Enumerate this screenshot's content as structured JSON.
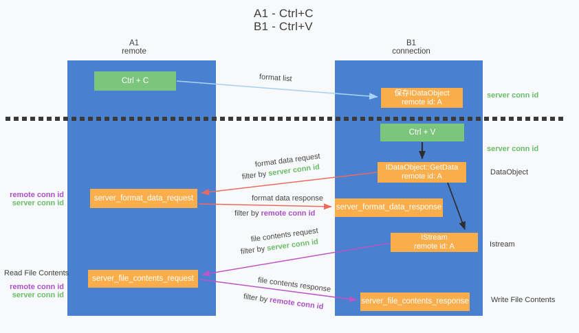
{
  "title": {
    "line1": "A1 - Ctrl+C",
    "line2": "B1 - Ctrl+V"
  },
  "lanes": {
    "a1": {
      "name": "A1",
      "subtitle": "remote"
    },
    "b1": {
      "name": "B1",
      "subtitle": "connection"
    }
  },
  "nodes": {
    "ctrl_c": {
      "label": "Ctrl + C"
    },
    "save_idataobject": {
      "line1": "保存IDataObject",
      "line2": "remote id: A"
    },
    "ctrl_v": {
      "label": "Ctrl + V"
    },
    "idataobject_getdata": {
      "line1": "IDataObject::GetData",
      "line2": "remote id: A"
    },
    "server_format_data_request": {
      "label": "server_format_data_request"
    },
    "server_format_data_response": {
      "label": "server_format_data_response"
    },
    "istream": {
      "line1": "IStream",
      "line2": "remote id: A"
    },
    "server_file_contents_request": {
      "label": "server_file_contents_request"
    },
    "server_file_contents_response": {
      "label": "server_file_contents_response"
    }
  },
  "edge_labels": {
    "format_list": "format list",
    "format_data_request": "format data request",
    "format_data_response": "format data response",
    "file_contents_request": "file contents request",
    "file_contents_response": "file contents response",
    "filter_by": "filter by ",
    "server_conn_id": "server conn id",
    "remote_conn_id": "remote conn id"
  },
  "side_labels": {
    "server_conn_id": "server conn id",
    "remote_conn_id": "remote conn id",
    "dataobject": "DataObject",
    "istream": "Istream",
    "read_file_contents": "Read File Contents",
    "write_file_contents": "Write File Contents"
  },
  "colors": {
    "background": "#f8f9fa",
    "lane_blue": "#4a80d0",
    "node_green": "#7cc57d",
    "node_orange": "#f9ae4b",
    "arrow_blue": "#a9d3f2",
    "arrow_black": "#2e2e2e",
    "arrow_red": "#ee6a5e",
    "arrow_purple": "#bc55c5",
    "text_green": "#68bd68",
    "text_purple": "#ab50c5",
    "text_dark": "#3e3e3e",
    "separator": "#3a3a3a"
  }
}
